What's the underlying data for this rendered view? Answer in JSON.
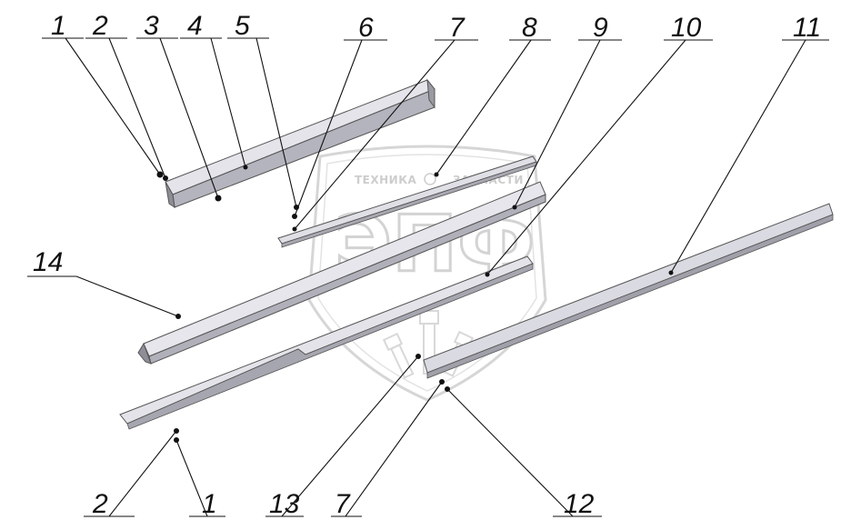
{
  "watermark": {
    "caption_left": "ТЕХНИКА",
    "caption_right": "ЗАПЧАСТИ",
    "logo": "ЭПФ"
  },
  "callouts": [
    {
      "id": "c1a",
      "label": "1"
    },
    {
      "id": "c2a",
      "label": "2"
    },
    {
      "id": "c3",
      "label": "3"
    },
    {
      "id": "c4",
      "label": "4"
    },
    {
      "id": "c5",
      "label": "5"
    },
    {
      "id": "c6",
      "label": "6"
    },
    {
      "id": "c7a",
      "label": "7"
    },
    {
      "id": "c8",
      "label": "8"
    },
    {
      "id": "c9",
      "label": "9"
    },
    {
      "id": "c10",
      "label": "10"
    },
    {
      "id": "c11",
      "label": "11"
    },
    {
      "id": "c14",
      "label": "14"
    },
    {
      "id": "c2b",
      "label": "2"
    },
    {
      "id": "c1b",
      "label": "1"
    },
    {
      "id": "c13",
      "label": "13"
    },
    {
      "id": "c7b",
      "label": "7"
    },
    {
      "id": "c12",
      "label": "12"
    }
  ],
  "colors": {
    "part_light": "#dcdce2",
    "part_mid": "#b9b9c2",
    "part_dark": "#8e8e98",
    "outline": "#555555"
  }
}
